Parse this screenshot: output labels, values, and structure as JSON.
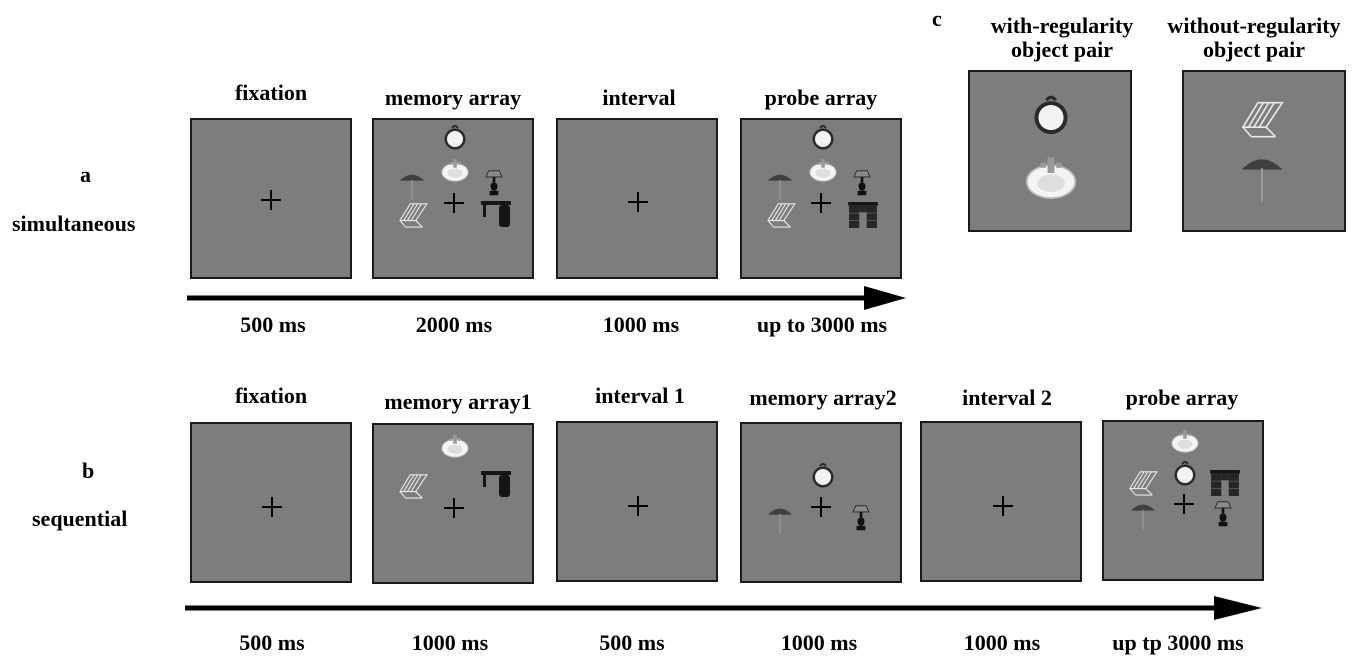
{
  "panel_a": {
    "letter": "a",
    "condition": "simultaneous",
    "steps": [
      {
        "name": "fixation",
        "duration": "500 ms"
      },
      {
        "name": "memory array",
        "duration": "2000 ms"
      },
      {
        "name": "interval",
        "duration": "1000 ms"
      },
      {
        "name": "probe array",
        "duration": "up to 3000 ms"
      }
    ]
  },
  "panel_b": {
    "letter": "b",
    "condition": "sequential",
    "steps": [
      {
        "name": "fixation",
        "duration": "500 ms"
      },
      {
        "name": "memory array1",
        "duration": "1000 ms"
      },
      {
        "name": "interval 1",
        "duration": "500 ms"
      },
      {
        "name": "memory array2",
        "duration": "1000 ms"
      },
      {
        "name": "interval 2",
        "duration": "1000 ms"
      },
      {
        "name": "probe array",
        "duration": "up tp 3000 ms"
      }
    ]
  },
  "panel_c": {
    "letter": "c",
    "pairs": [
      {
        "title_line1": "with-regularity",
        "title_line2": "object pair",
        "objects": [
          "mirror",
          "sink"
        ]
      },
      {
        "title_line1": "without-regularity",
        "title_line2": "object pair",
        "objects": [
          "beach-chair",
          "umbrella"
        ]
      }
    ]
  },
  "colors": {
    "frame_fill": "#7d7d7d",
    "frame_border": "#1a1a1a",
    "arrow": "#000000"
  }
}
